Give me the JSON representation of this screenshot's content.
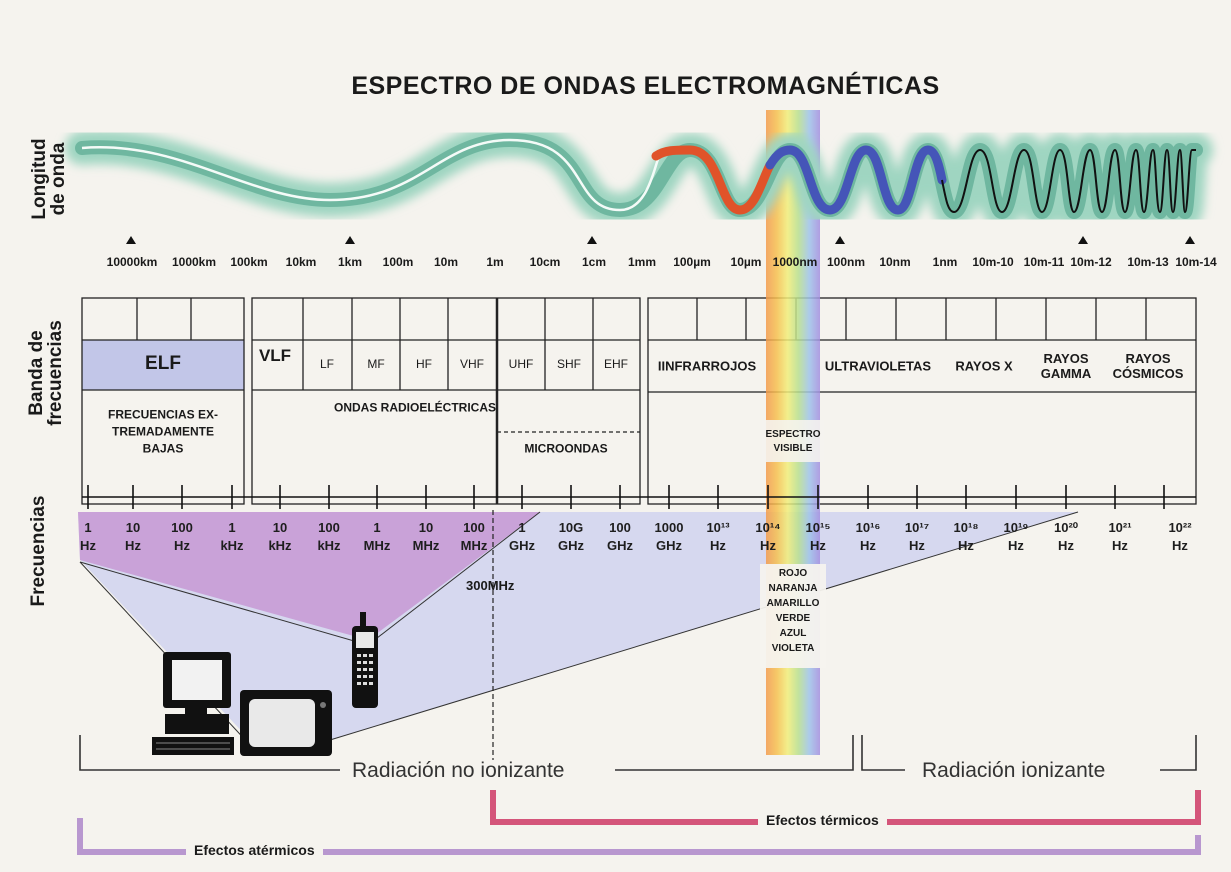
{
  "title": "ESPECTRO DE ONDAS ELECTROMAGNÉTICAS",
  "side_labels": {
    "wavelength": [
      "Longitud",
      "de onda"
    ],
    "bands": [
      "Banda de",
      "frecuencias"
    ],
    "frequencies": "Frecuencias"
  },
  "wavelengths": [
    "10000km",
    "1000km",
    "100km",
    "10km",
    "1km",
    "100m",
    "10m",
    "1m",
    "10cm",
    "1cm",
    "1mm",
    "100µm",
    "10µm",
    "1000nm",
    "100nm",
    "10nm",
    "1nm",
    "10m-10",
    "10m-11",
    "10m-12",
    "10m-13",
    "10m-14"
  ],
  "bands": {
    "elf": "ELF",
    "vlf": "VLF",
    "lf": "LF",
    "mf": "MF",
    "hf": "HF",
    "vhf": "VHF",
    "uhf": "UHF",
    "shf": "SHF",
    "ehf": "EHF",
    "infrared": "IINFRARROJOS",
    "ultraviolet": "ULTRAVIOLETAS",
    "xrays": "RAYOS X",
    "gamma": [
      "RAYOS",
      "GAMMA"
    ],
    "cosmic": [
      "RAYOS",
      "CÓSMICOS"
    ],
    "elf_desc": [
      "FRECUENCIAS EX-",
      "TREMADAMENTE",
      "BAJAS"
    ],
    "radio": "ONDAS RADIOELÉCTRICAS",
    "microwaves": "MICROONDAS",
    "visible": [
      "ESPECTRO",
      "VISIBLE"
    ]
  },
  "frequencies": [
    [
      "1",
      "Hz"
    ],
    [
      "10",
      "Hz"
    ],
    [
      "100",
      "Hz"
    ],
    [
      "1",
      "kHz"
    ],
    [
      "10",
      "kHz"
    ],
    [
      "100",
      "kHz"
    ],
    [
      "1",
      "MHz"
    ],
    [
      "10",
      "MHz"
    ],
    [
      "100",
      "MHz"
    ],
    [
      "1",
      "GHz"
    ],
    [
      "10G",
      "GHz"
    ],
    [
      "100",
      "GHz"
    ],
    [
      "1000",
      "GHz"
    ],
    [
      "10¹³",
      "Hz"
    ],
    [
      "10¹⁴",
      "Hz"
    ],
    [
      "10¹⁵",
      "Hz"
    ],
    [
      "10¹⁶",
      "Hz"
    ],
    [
      "10¹⁷",
      "Hz"
    ],
    [
      "10¹⁸",
      "Hz"
    ],
    [
      "10¹⁹",
      "Hz"
    ],
    [
      "10²⁰",
      "Hz"
    ],
    [
      "10²¹",
      "Hz"
    ],
    [
      "10²²",
      "Hz"
    ]
  ],
  "marker_300": "300MHz",
  "visible_colors": [
    "ROJO",
    "NARANJA",
    "AMARILLO",
    "VERDE",
    "AZUL",
    "VIOLETA"
  ],
  "radiation": {
    "non_ionizing": "Radiación no ionizante",
    "ionizing": "Radiación ionizante"
  },
  "effects": {
    "thermal": "Efectos térmicos",
    "athermal": "Efectos atérmicos"
  },
  "colors": {
    "wave_glow": "#a9d9c6",
    "wave_core": "#6fb7a0",
    "wave_red": "#e0532a",
    "wave_blue": "#4555b8",
    "purple_fill": "#c9a2d8",
    "lavender_fill": "#d3d5ee",
    "elf_fill": "#c2c6e8",
    "thermal_bracket": "#d4557a",
    "athermal_bracket": "#b897cf"
  }
}
